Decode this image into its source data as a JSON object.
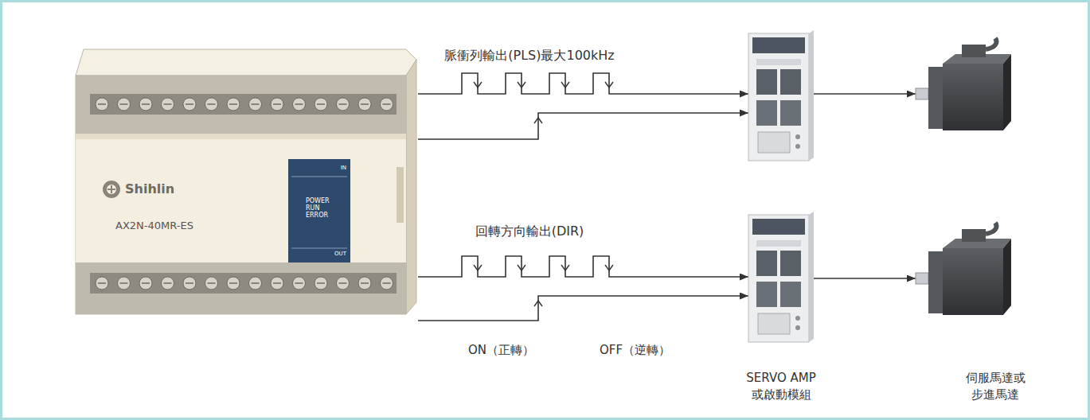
{
  "diagram": {
    "nodes": [
      {
        "text": [
          "Shihlin",
          "AX2N-40MR-ES"
        ]
      },
      {
        "text": [
          "IN",
          "POWER RUN ERROR",
          "OUT"
        ],
        "in": 0
      },
      {
        "text": []
      },
      {
        "text": []
      },
      {
        "text": [
          "SERVO AMP 或啟動模組"
        ]
      },
      {
        "text": [
          "伺服馬達或 步進馬達"
        ]
      }
    ],
    "edges": [
      {
        "from": 0,
        "to": 2,
        "label": "脈衝列輸出(PLS)最大100kHz",
        "arrow": "to"
      },
      {
        "from": 0,
        "to": 2,
        "arrow": "to"
      },
      {
        "from": 0,
        "to": 4,
        "label": "回轉方向輸出(DIR)",
        "arrow": "to"
      },
      {
        "from": 0,
        "to": 4,
        "arrow": "to"
      },
      {
        "from": 2,
        "to": 3,
        "arrow": "to"
      },
      {
        "from": 4,
        "to": 5,
        "arrow": "to"
      }
    ],
    "labels": [
      "ON（正轉）",
      "OFF（逆轉）"
    ]
  }
}
